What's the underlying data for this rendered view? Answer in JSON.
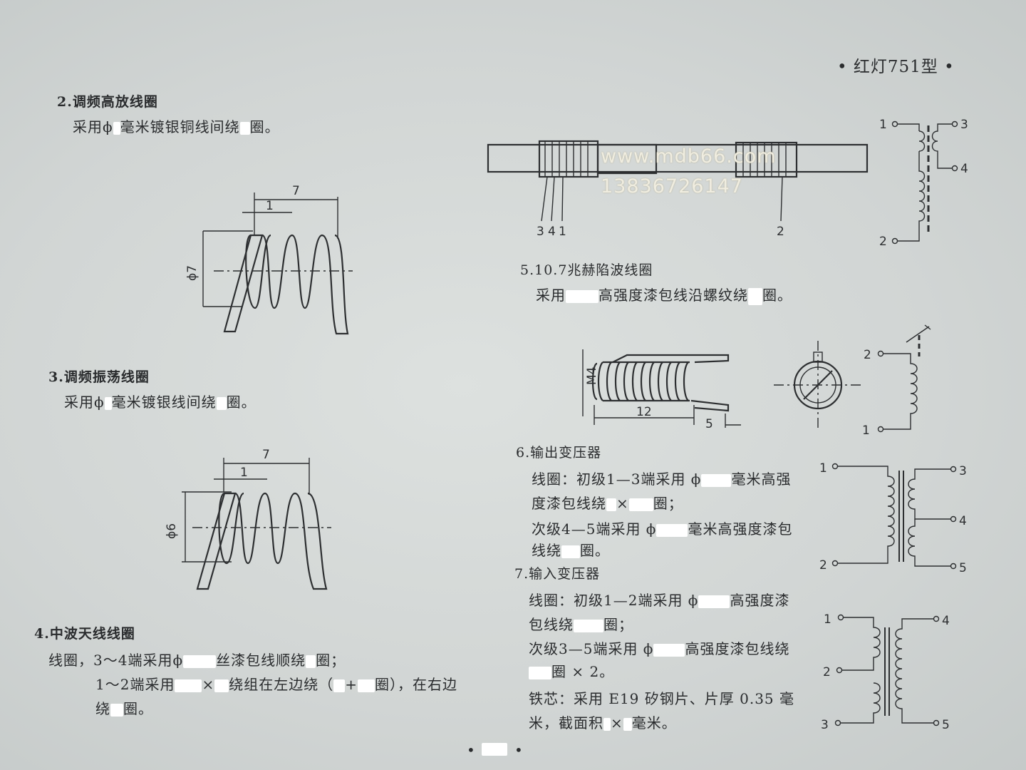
{
  "header": {
    "title": "• 红灯751型 •"
  },
  "sections": {
    "s2": {
      "title": "2.调频高放线圈",
      "l1a": "采用ϕ",
      "l1b": "毫米镀银铜线间绕",
      "l1c": "圈。"
    },
    "s3": {
      "title": "3.调频振荡线圈",
      "l1a": "采用ϕ",
      "l1b": "毫米镀银线间绕",
      "l1c": "圈。"
    },
    "s4": {
      "title": "4.中波天线线圈",
      "l1a": "线圈，3～4端采用ϕ",
      "l1b": "丝漆包线顺绕",
      "l1c": "圈；",
      "l2a": "1～2端采用",
      "l2b": "×",
      "l2c": "绕组在左边绕（",
      "l2d": "+",
      "l2e": "圈），在右边",
      "l3a": "绕",
      "l3b": "圈。"
    },
    "s5": {
      "title": "5.10.7兆赫陷波线圈",
      "l1a": "采用",
      "l1b": "高强度漆包线沿螺纹绕",
      "l1c": "圈。"
    },
    "s6": {
      "title": "6.输出变压器",
      "l1a": "线圈：初级1—3端采用 ϕ",
      "l1b": "毫米高强",
      "l2a": "度漆包线绕",
      "l2b": "×",
      "l2c": "圈；",
      "l3a": "次级4—5端采用 ϕ",
      "l3b": "毫米高强度漆包",
      "l4a": "线绕",
      "l4b": "圈。"
    },
    "s7": {
      "title": "7.输入变压器",
      "l1a": "线圈：初级1—2端采用 ϕ",
      "l1b": "高强度漆",
      "l2a": "包线绕",
      "l2b": "圈；",
      "l3a": "次级3—5端采用 ϕ",
      "l3b": "高强度漆包线绕",
      "l4a": "",
      "l4b": "圈 × 2。",
      "l5": "铁芯：采用 E19 矽钢片、片厚 0.35 毫",
      "l6a": "米，截面积",
      "l6b": "×",
      "l6c": "毫米。"
    }
  },
  "figures": {
    "coil2": {
      "dim_length": "7",
      "dim_pitch": "1",
      "dim_dia": "ϕ7"
    },
    "coil3": {
      "dim_length": "7",
      "dim_pitch": "1",
      "dim_dia": "ϕ6"
    },
    "rod4": {
      "pins": [
        "3",
        "4",
        "1",
        "2"
      ]
    },
    "ant_schematic": {
      "pins": [
        "1",
        "3",
        "4",
        "2"
      ]
    },
    "trap5": {
      "dim_m": "M4",
      "dim_len": "12",
      "dim_lead": "5"
    },
    "trap_schematic": {
      "pins": [
        "2",
        "1"
      ]
    },
    "out_tf": {
      "pins": [
        "1",
        "2",
        "3",
        "4",
        "5"
      ]
    },
    "in_tf": {
      "pins": [
        "1",
        "2",
        "3",
        "4",
        "5"
      ]
    }
  },
  "watermark": {
    "url": "www.mdb66.com",
    "phone": "13836726147"
  },
  "footer": {
    "page_left": "•",
    "page_right": "•"
  }
}
